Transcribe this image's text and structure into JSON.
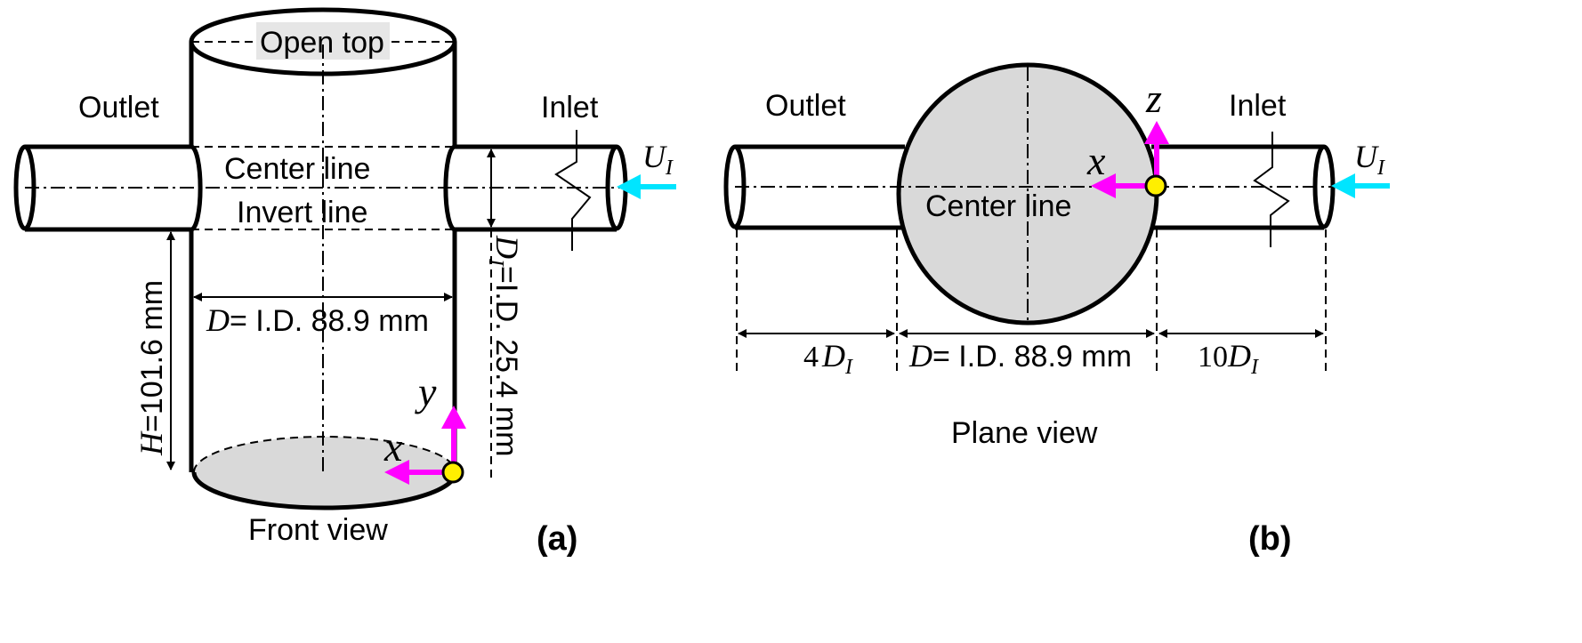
{
  "front_view": {
    "open_top": "Open top",
    "outlet": "Outlet",
    "inlet": "Inlet",
    "center_line": "Center line",
    "invert_line": "Invert line",
    "diameter_symbol": "D",
    "diameter_value": "= I.D. 88.9 mm",
    "height_symbol": "H",
    "height_value": "=101.6 mm",
    "inlet_diameter_symbol": "D",
    "inlet_diameter_sub": "I",
    "inlet_diameter_value": "=I.D. 25.4 mm",
    "velocity_symbol": "U",
    "velocity_sub": "I",
    "axis_y": "y",
    "axis_x": "x",
    "caption": "Front view",
    "panel": "(a)"
  },
  "plane_view": {
    "outlet": "Outlet",
    "inlet": "Inlet",
    "center_line": "Center line",
    "velocity_symbol": "U",
    "velocity_sub": "I",
    "axis_z": "z",
    "axis_x": "x",
    "dim_left_num": "4",
    "dim_left_sym": "D",
    "dim_left_sub": "I",
    "dim_mid_sym": "D",
    "dim_mid_value": "= I.D. 88.9 mm",
    "dim_right_num": "10",
    "dim_right_sym": "D",
    "dim_right_sub": "I",
    "caption": "Plane view",
    "panel": "(b)"
  },
  "colors": {
    "axis_arrow": "#ff00ff",
    "flow_arrow": "#00e5ff",
    "origin_marker": "#ffef00",
    "fill_gray": "#d9d9d9"
  }
}
